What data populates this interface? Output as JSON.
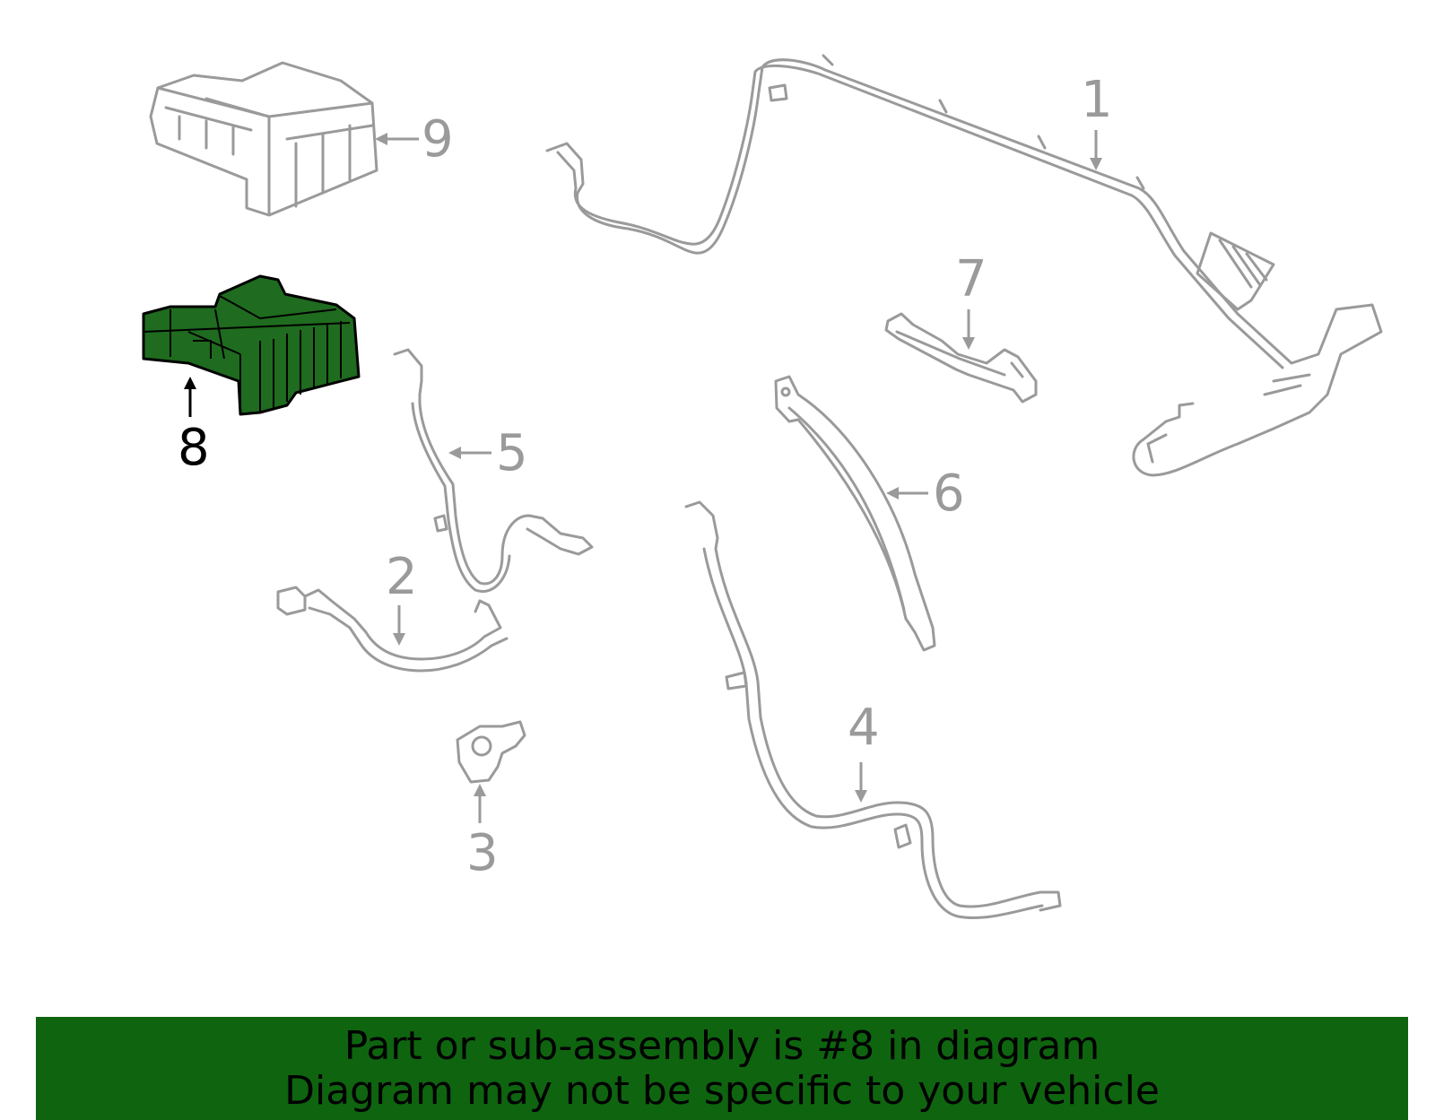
{
  "callouts": {
    "c1": "1",
    "c2": "2",
    "c3": "3",
    "c4": "4",
    "c5": "5",
    "c6": "6",
    "c7": "7",
    "c8": "8",
    "c9": "9"
  },
  "highlighted_part": "8",
  "colors": {
    "highlight": "#1f6b1f",
    "banner": "#0f6410",
    "line": "#9a9a9a"
  },
  "banner": {
    "line1": "Part or sub-assembly is #8 in diagram",
    "line2": "Diagram may not be specific to your vehicle"
  }
}
